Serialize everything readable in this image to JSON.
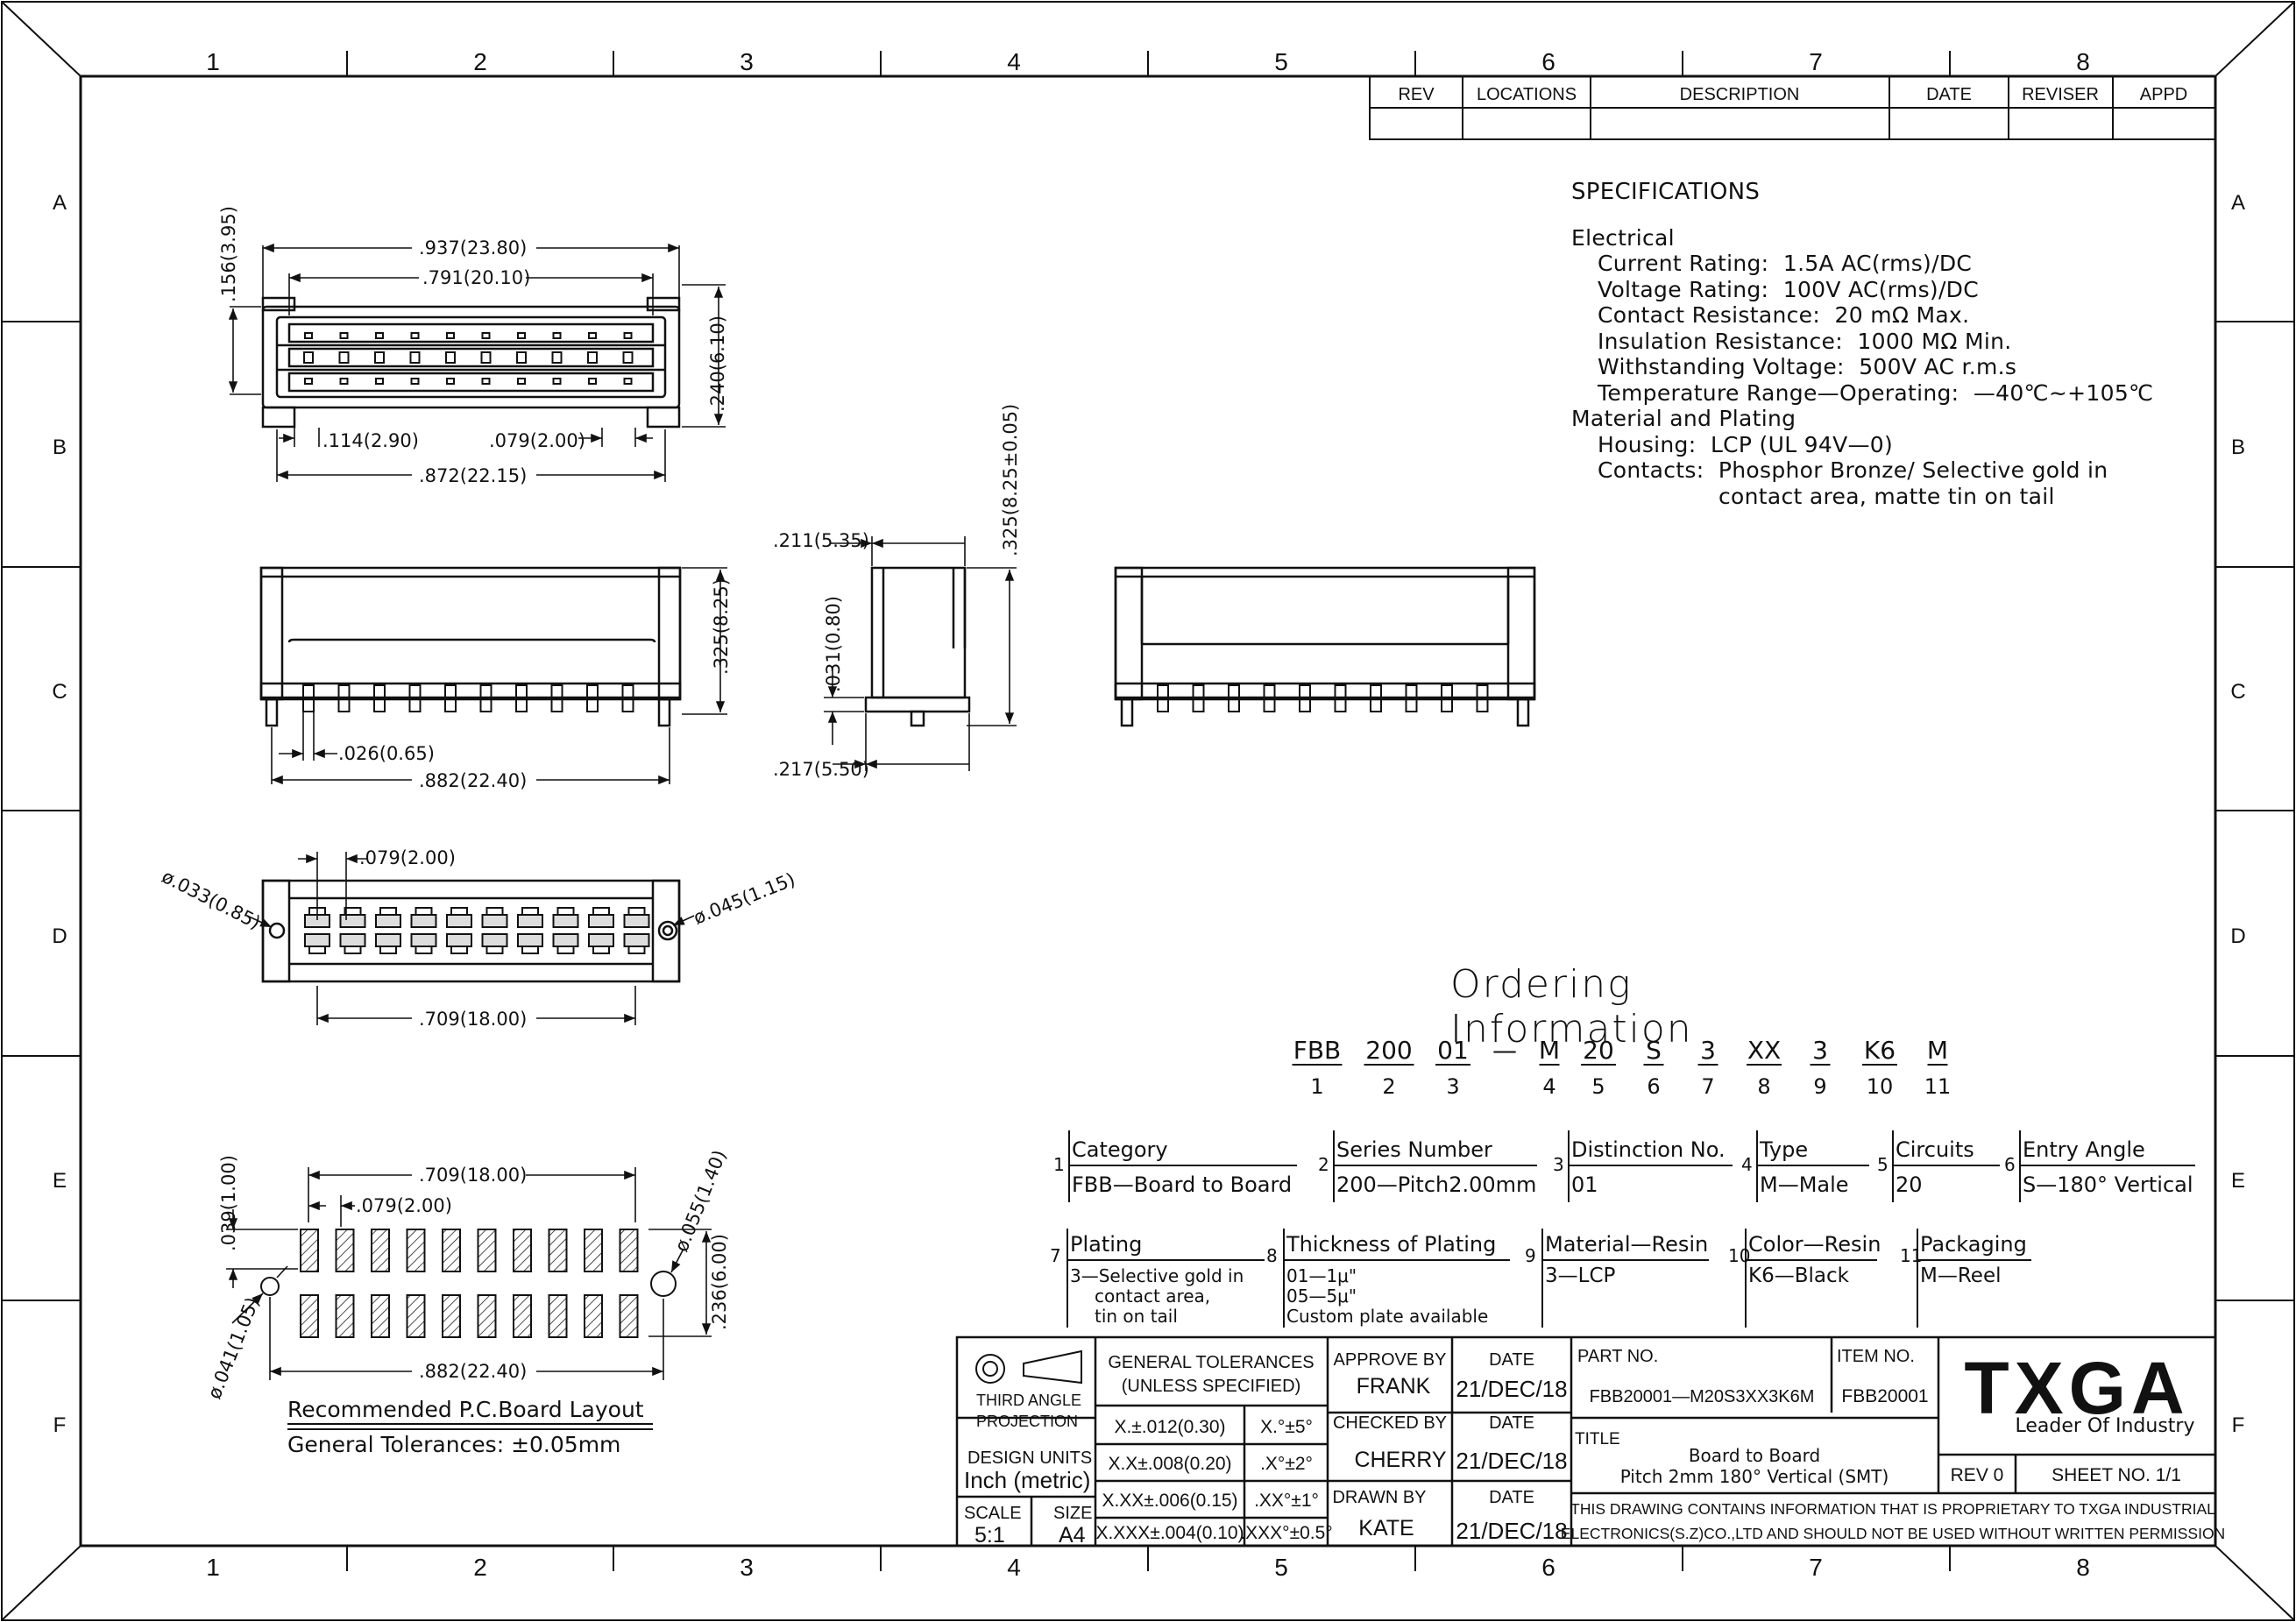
{
  "frame": {
    "columns": [
      "1",
      "2",
      "3",
      "4",
      "5",
      "6",
      "7",
      "8"
    ],
    "rows": [
      "A",
      "B",
      "C",
      "D",
      "E",
      "F"
    ]
  },
  "revision_table": {
    "headers": [
      "REV",
      "LOCATIONS",
      "DESCRIPTION",
      "DATE",
      "REVISER",
      "APPD"
    ]
  },
  "specifications": {
    "title": "SPECIFICATIONS",
    "electrical_heading": "Electrical",
    "electrical": [
      "Current Rating:  1.5A AC(rms)/DC",
      "Voltage Rating:  100V AC(rms)/DC",
      "Contact Resistance:  20 mΩ Max.",
      "Insulation Resistance:  1000 MΩ Min.",
      "Withstanding Voltage:  500V AC r.m.s",
      "Temperature Range—Operating:  —40℃~+105℃"
    ],
    "material_heading": "Material and Plating",
    "material": [
      "Housing:  LCP (UL 94V—0)",
      "Contacts:  Phosphor Bronze/ Selective gold in"
    ],
    "material_cont": "contact area, matte tin on tail"
  },
  "dimensions": {
    "top_overall": ".937(23.80)",
    "top_inner": ".791(20.10)",
    "top_left_height": ".156(3.95)",
    "top_right_height": ".240(6.10)",
    "top_offset": ".114(2.90)",
    "top_pitch": ".079(2.00)",
    "top_bottom": ".872(22.15)",
    "front_height": ".325(8.25)",
    "front_pin": ".026(0.65)",
    "front_width": ".882(22.40)",
    "side_top": ".211(5.35)",
    "side_height": ".325(8.25±0.05)",
    "side_standoff": ".031(0.80)",
    "side_bottom": ".217(5.50)",
    "bottom_pitch": ".079(2.00)",
    "bottom_left_hole": "ø.033(0.85)",
    "bottom_right_hole": "ø.045(1.15)",
    "bottom_span": ".709(18.00)",
    "pcb_span": ".709(18.00)",
    "pcb_pitch": ".079(2.00)",
    "pcb_pad_height": ".039(1.00)",
    "pcb_right_hole": "ø.055(1.40)",
    "pcb_left_hole": "ø.041(1.05)",
    "pcb_height": ".236(6.00)",
    "pcb_width": ".882(22.40)"
  },
  "pcb_layout": {
    "title": "Recommended P.C.Board Layout",
    "tolerance": "General Tolerances:  ±0.05mm"
  },
  "ordering": {
    "title": "Ordering Information",
    "codes": [
      "FBB",
      "200",
      "01",
      "—",
      "M",
      "20",
      "S",
      "3",
      "XX",
      "3",
      "K6",
      "M"
    ],
    "numbers": [
      "1",
      "2",
      "3",
      "4",
      "5",
      "6",
      "7",
      "8",
      "9",
      "10",
      "11"
    ],
    "fields_row1": [
      {
        "num": "1",
        "label": "Category",
        "value": "FBB—Board to Board"
      },
      {
        "num": "2",
        "label": "Series Number",
        "value": "200—Pitch2.00mm"
      },
      {
        "num": "3",
        "label": "Distinction No.",
        "value": "01"
      },
      {
        "num": "4",
        "label": "Type",
        "value": "M—Male"
      },
      {
        "num": "5",
        "label": "Circuits",
        "value": "20"
      },
      {
        "num": "6",
        "label": "Entry Angle",
        "value": "S—180° Vertical"
      }
    ],
    "fields_row2": [
      {
        "num": "7",
        "label": "Plating",
        "values": [
          "3—Selective gold in",
          "contact area,",
          "tin on tail"
        ]
      },
      {
        "num": "8",
        "label": "Thickness of Plating",
        "values": [
          "01—1μ\"",
          "05—5μ\"",
          "Custom plate available"
        ]
      },
      {
        "num": "9",
        "label": "Material—Resin",
        "values": [
          "3—LCP"
        ]
      },
      {
        "num": "10",
        "label": "Color—Resin",
        "values": [
          "K6—Black"
        ]
      },
      {
        "num": "11",
        "label": "Packaging",
        "values": [
          "M—Reel"
        ]
      }
    ]
  },
  "title_block": {
    "projection": [
      "THIRD ANGLE",
      "PROJECTION"
    ],
    "design_units_label": "DESIGN UNITS",
    "design_units_value": "Inch (metric)",
    "scale_label": "SCALE",
    "scale_value": "5:1",
    "size_label": "SIZE",
    "size_value": "A4",
    "tolerances_title": [
      "GENERAL TOLERANCES",
      "(UNLESS SPECIFIED)"
    ],
    "tolerances": [
      [
        "X.±.012(0.30)",
        "X.°±5°"
      ],
      [
        "X.X±.008(0.20)",
        ".X°±2°"
      ],
      [
        "X.XX±.006(0.15)",
        ".XX°±1°"
      ],
      [
        "X.XXX±.004(0.10)",
        ".XXX°±0.5°"
      ]
    ],
    "approve_label": "APPROVE BY",
    "approve_name": "FRANK",
    "checked_label": "CHECKED BY",
    "checked_name": "CHERRY",
    "drawn_label": "DRAWN BY",
    "drawn_name": "KATE",
    "date_label": "DATE",
    "date_value": "21/DEC/18",
    "part_no_label": "PART NO.",
    "part_no": "FBB20001—M20S3XX3K6M",
    "item_no_label": "ITEM NO.",
    "item_no": "FBB20001",
    "title_label": "TITLE",
    "title_lines": [
      "Board to Board",
      "Pitch 2mm 180° Vertical (SMT)"
    ],
    "rev": "REV 0",
    "sheet": "SHEET NO. 1/1",
    "notice": [
      "THIS DRAWING CONTAINS INFORMATION THAT IS PROPRIETARY TO TXGA INDUSTRIAL",
      "ELECTRONICS(S.Z)CO.,LTD AND SHOULD NOT BE USED WITHOUT WRITTEN PERMISSION"
    ],
    "logo_text": "TXGA",
    "logo_tagline": "Leader Of Industry"
  }
}
